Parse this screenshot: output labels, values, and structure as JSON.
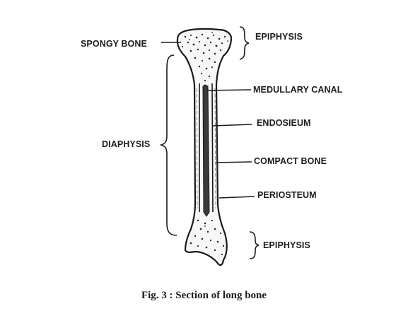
{
  "diagram": {
    "labels": {
      "spongy_bone": "SPONGY BONE",
      "epiphysis_top": "EPIPHYSIS",
      "medullary_canal": "MEDULLARY CANAL",
      "endosteum": "ENDOSIEUM",
      "diaphysis": "DIAPHYSIS",
      "compact_bone": "COMPACT  BONE",
      "periosteum": "PERIOSTEUM",
      "epiphysis_bottom": "EPIPHYSIS"
    },
    "caption": "Fig. 3 : Section of long bone"
  }
}
